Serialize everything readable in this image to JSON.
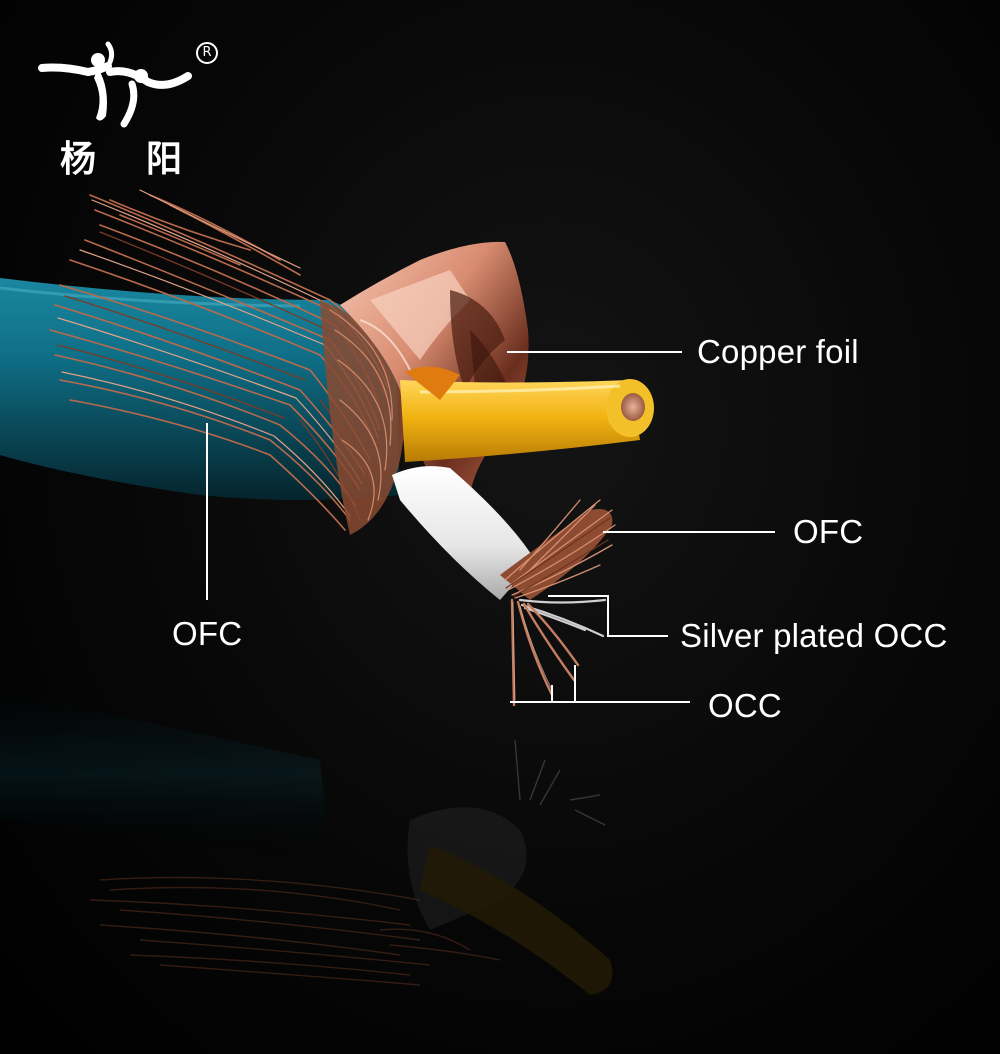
{
  "brand": {
    "name_left": "杨",
    "name_right": "阳",
    "registered_mark": "R"
  },
  "callouts": {
    "copper_foil": "Copper foil",
    "ofc_inner": "OFC",
    "ofc_outer": "OFC",
    "silver_plated_occ": "Silver plated OCC",
    "occ": "OCC"
  },
  "colors": {
    "background": "#000000",
    "jacket_teal": "#0e6e86",
    "copper": "#c8775a",
    "yellow_insulation": "#f2b312",
    "white_insulation": "#ececec",
    "label_text": "#ffffff",
    "leader_line": "#ffffff"
  }
}
